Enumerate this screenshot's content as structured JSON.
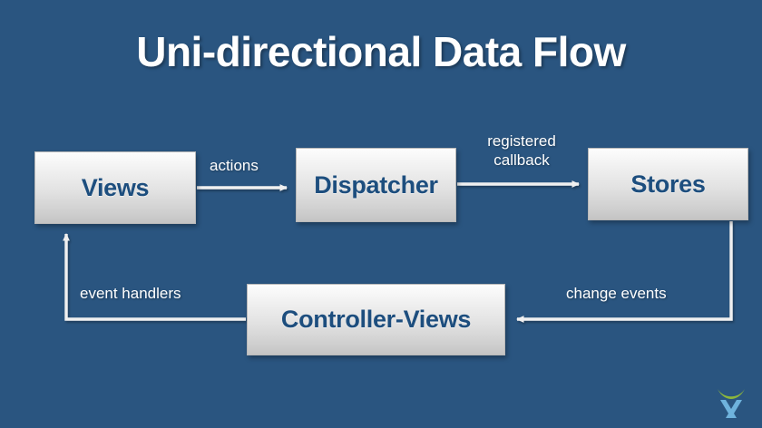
{
  "slide": {
    "title": "Uni-directional Data Flow",
    "background_color": "#2a5580",
    "title_color": "#ffffff"
  },
  "theme": {
    "node_text_color": "#1d4e7e",
    "node_fill_top": "#fdfdfd",
    "node_fill_bottom": "#c4c4c4",
    "node_border_color": "#b9b9b9",
    "arrow_color": "#f0f0f0",
    "label_color": "#ffffff",
    "logo_arc_color": "#8cb63c",
    "logo_mark_color": "#6fb3dd"
  },
  "nodes": [
    {
      "id": "views",
      "label": "Views"
    },
    {
      "id": "dispatcher",
      "label": "Dispatcher"
    },
    {
      "id": "stores",
      "label": "Stores"
    },
    {
      "id": "controller",
      "label": "Controller-Views"
    }
  ],
  "edges": [
    {
      "id": "views-to-dispatcher",
      "from": "views",
      "to": "dispatcher",
      "label": "actions"
    },
    {
      "id": "dispatcher-to-stores",
      "from": "dispatcher",
      "to": "stores",
      "label": "registered\ncallback"
    },
    {
      "id": "stores-to-controller",
      "from": "stores",
      "to": "controller",
      "label": "change events"
    },
    {
      "id": "controller-to-views",
      "from": "controller",
      "to": "views",
      "label": "event handlers"
    }
  ],
  "logo": {
    "name": "x-mark-logo",
    "arc_color": "#8cb63c",
    "mark_color": "#6fb3dd"
  }
}
